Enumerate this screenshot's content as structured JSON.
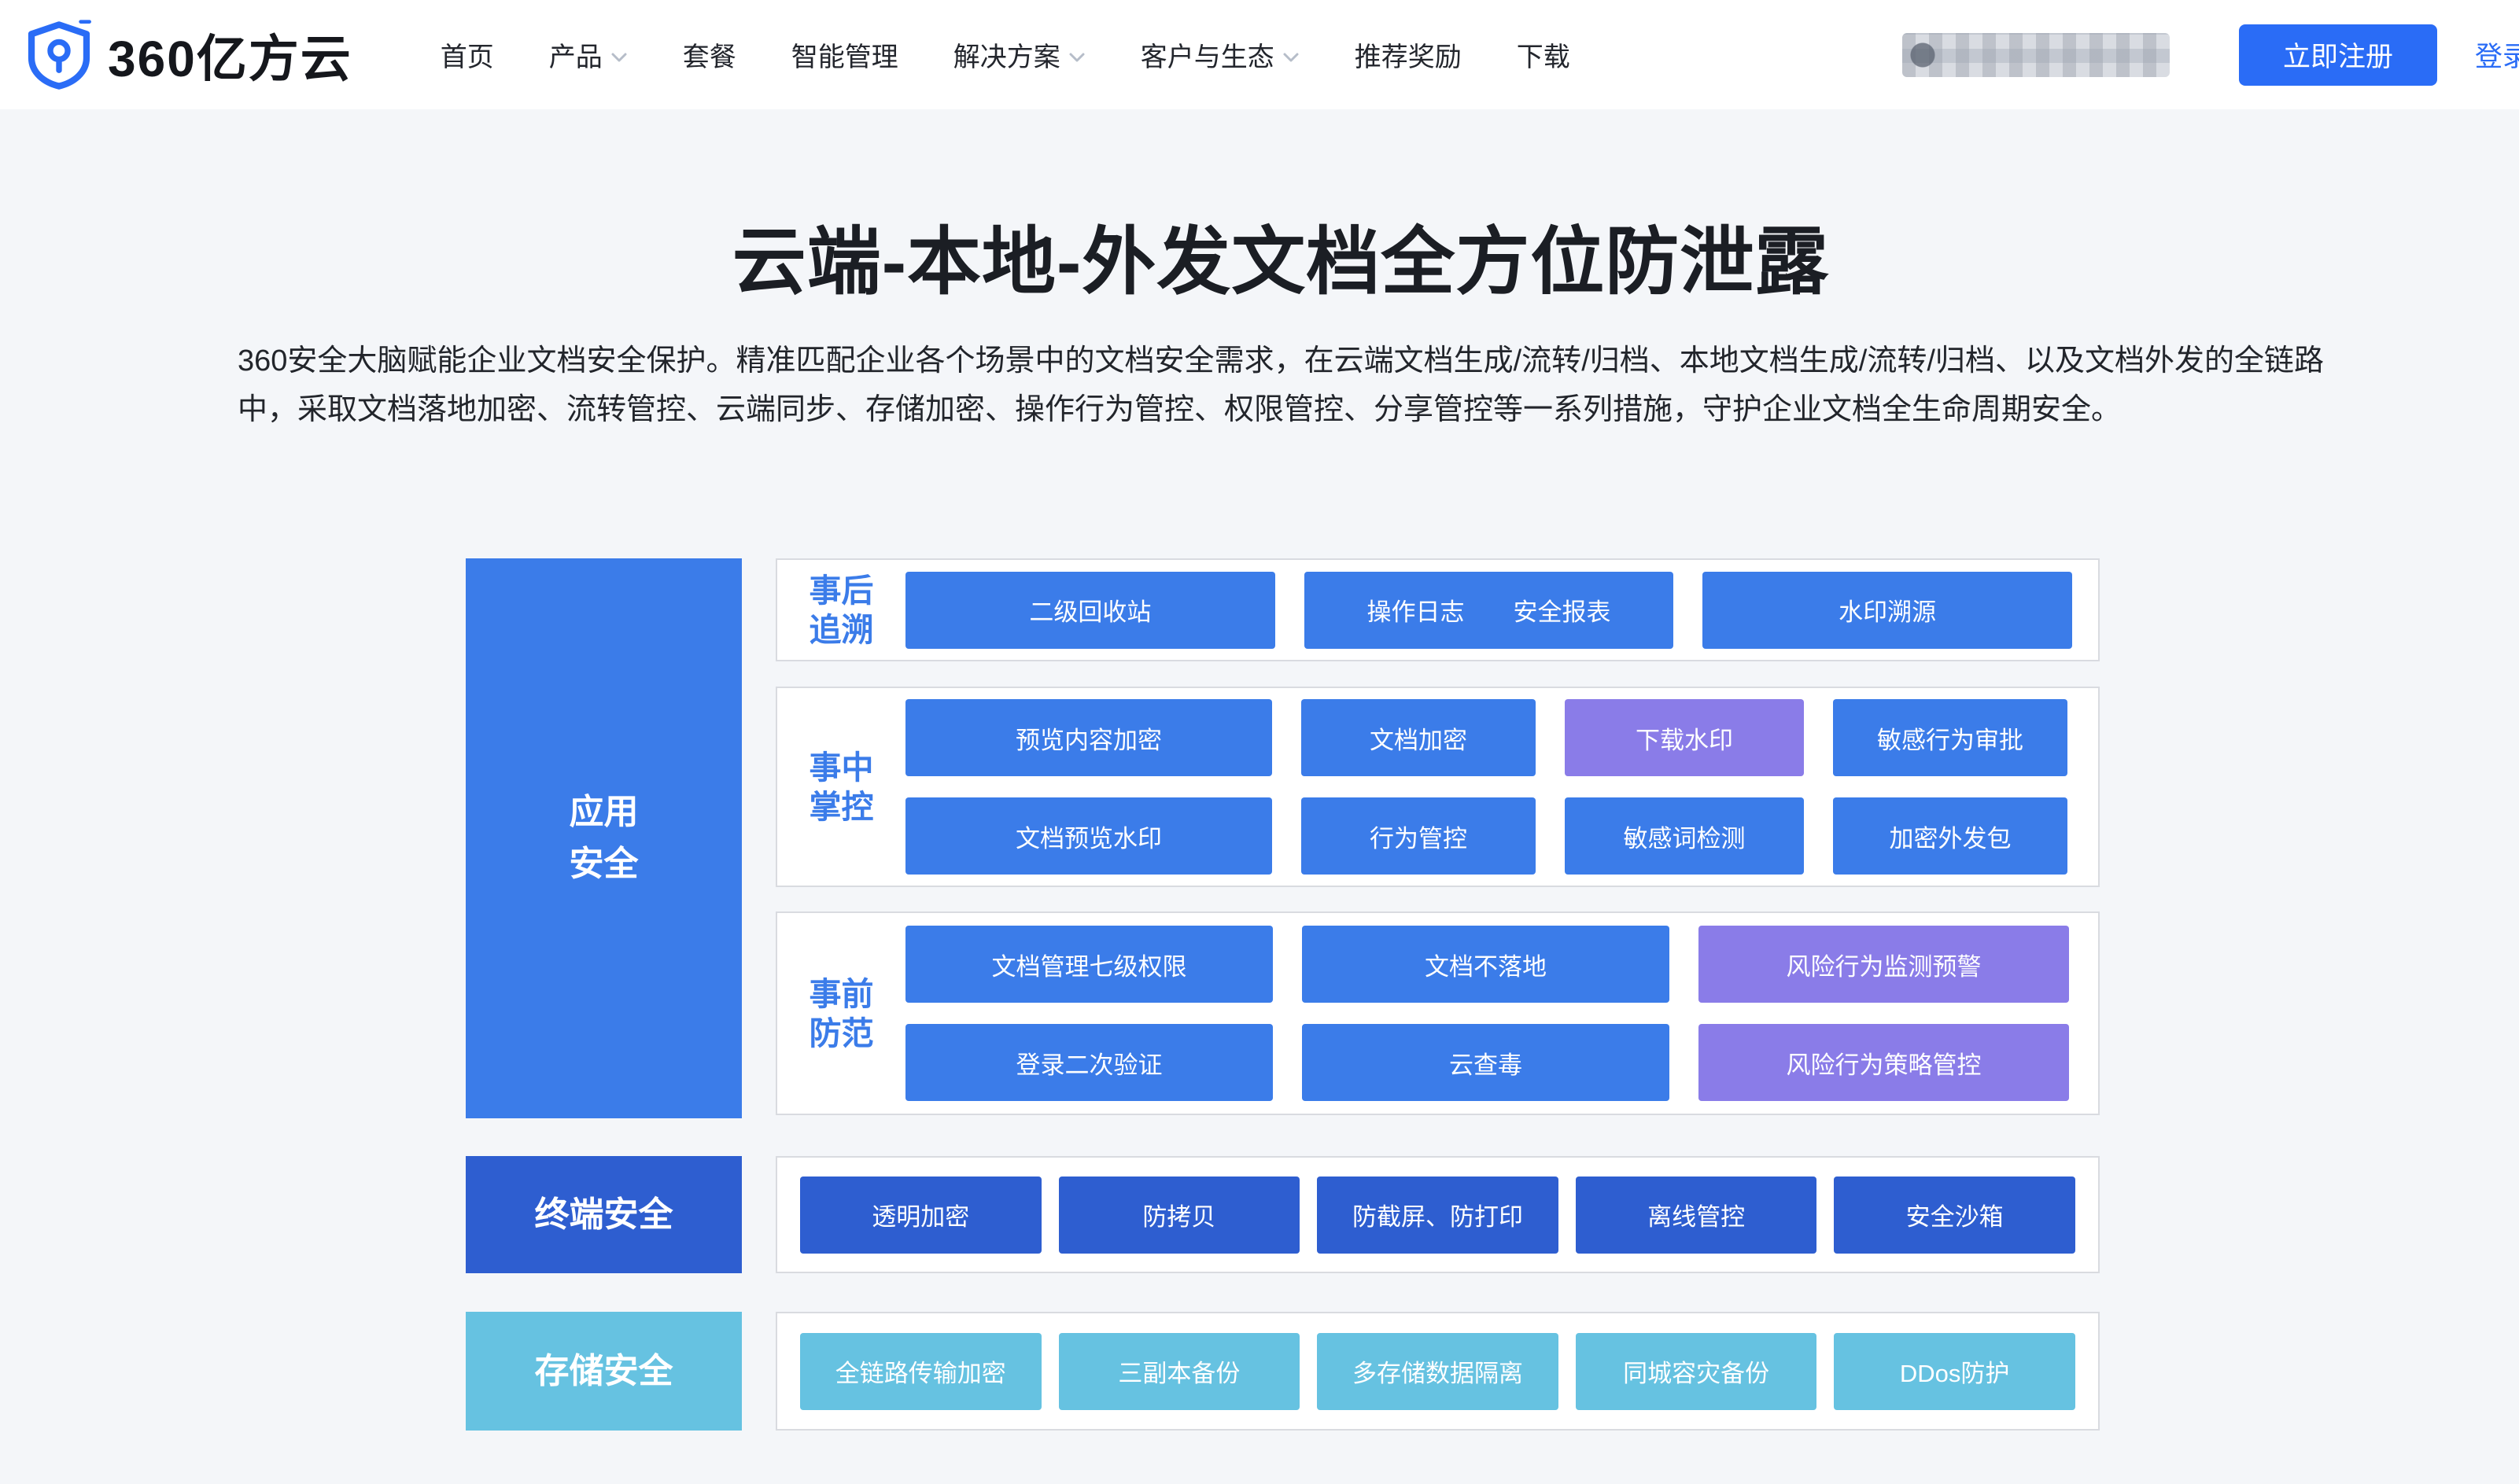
{
  "colors": {
    "primary_blue": "#3b7ce9",
    "purple": "#8a7ce8",
    "dark_blue": "#2e5ed0",
    "light_blue": "#66c2e1",
    "register_blue": "#2a6cf6"
  },
  "header": {
    "logo_text": "360亿方云",
    "nav": [
      {
        "label": "首页"
      },
      {
        "label": "产品",
        "has_dropdown": true
      },
      {
        "label": "套餐"
      },
      {
        "label": "智能管理"
      },
      {
        "label": "解决方案",
        "has_dropdown": true
      },
      {
        "label": "客户与生态",
        "has_dropdown": true
      },
      {
        "label": "推荐奖励"
      },
      {
        "label": "下载"
      }
    ],
    "register_button": "立即注册",
    "login_link": "登录"
  },
  "hero": {
    "title": "云端-本地-外发文档全方位防泄露",
    "description": "360安全大脑赋能企业文档安全保护。精准匹配企业各个场景中的文档安全需求，在云端文档生成/流转/归档、本地文档生成/流转/归档、以及文档外发的全链路中，采取文档落地加密、流转管控、云端同步、存储加密、操作行为管控、权限管控、分享管控等一系列措施，守护企业文档全生命周期安全。"
  },
  "diagram": {
    "app_label_1": "应用",
    "app_label_2": "安全",
    "terminal_label": "终端安全",
    "storage_label": "存储安全",
    "group1": {
      "label_1": "事后",
      "label_2": "追溯",
      "buttons": [
        "二级回收站",
        "操作日志　　安全报表",
        "水印溯源"
      ]
    },
    "group2": {
      "label_1": "事中",
      "label_2": "掌控",
      "row1": [
        "预览内容加密",
        "文档加密",
        "下载水印",
        "敏感行为审批"
      ],
      "row2": [
        "文档预览水印",
        "行为管控",
        "敏感词检测",
        "加密外发包"
      ]
    },
    "group3": {
      "label_1": "事前",
      "label_2": "防范",
      "row1": [
        "文档管理七级权限",
        "文档不落地",
        "风险行为监测预警"
      ],
      "row2": [
        "登录二次验证",
        "云查毒",
        "风险行为策略管控"
      ]
    },
    "terminal_buttons": [
      "透明加密",
      "防拷贝",
      "防截屏、防打印",
      "离线管控",
      "安全沙箱"
    ],
    "storage_buttons": [
      "全链路传输加密",
      "三副本备份",
      "多存储数据隔离",
      "同城容灾备份",
      "DDos防护"
    ]
  }
}
